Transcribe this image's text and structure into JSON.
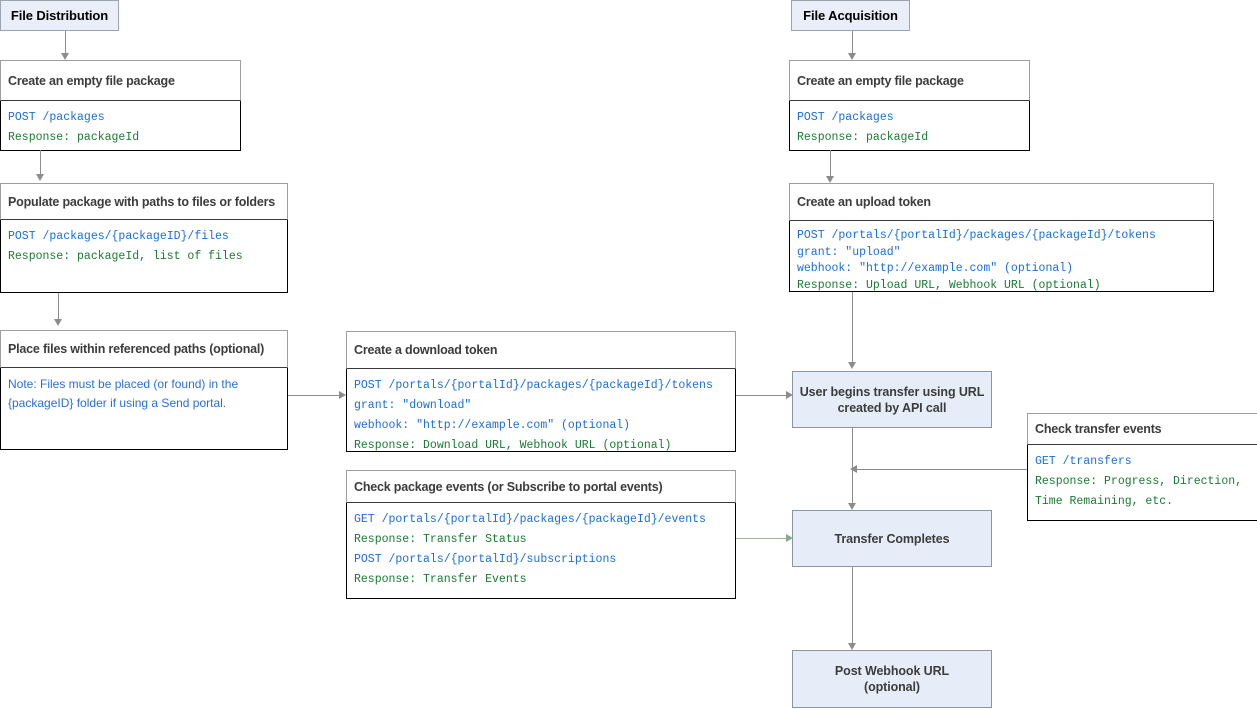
{
  "diagram": {
    "title": "File Distribution / File Acquisition API flow",
    "colors": {
      "lane_fill": "#e9eef8",
      "process_fill": "#e6edf8",
      "method_blue": "#1a6fd4",
      "response_green": "#1a7a33",
      "note_blue": "#2b6fd6",
      "connector_gray": "#8c8c8c",
      "connector_green": "#9fb49f"
    }
  },
  "lanes": [
    {
      "id": "file-distribution",
      "label": "File Distribution"
    },
    {
      "id": "file-acquisition",
      "label": "File Acquisition"
    }
  ],
  "left_column": {
    "create_package": {
      "header": "Create an empty file package",
      "lines": [
        {
          "text": "POST /packages",
          "color": "blue"
        },
        {
          "text": "Response: packageId",
          "color": "green"
        }
      ]
    },
    "populate_package": {
      "header": "Populate package with paths to files or folders",
      "lines": [
        {
          "text": "POST /packages/{packageID}/files",
          "color": "blue"
        },
        {
          "text": "Response: packageId, list of files",
          "color": "green"
        }
      ]
    },
    "place_files": {
      "header": "Place files within referenced paths (optional)",
      "note": "Note: Files must be placed (or found) in the {packageID} folder if using a Send portal."
    }
  },
  "middle_column": {
    "download_token": {
      "header": "Create a download token",
      "lines": [
        {
          "text": "POST /portals/{portalId}/packages/{packageId}/tokens",
          "color": "blue"
        },
        {
          "text": "grant: \"download\"",
          "color": "blue"
        },
        {
          "text": "webhook: \"http://example.com\" (optional)",
          "color": "blue"
        },
        {
          "text": "Response: Download URL, Webhook URL (optional)",
          "color": "green"
        }
      ]
    },
    "package_events": {
      "header": "Check package events (or Subscribe to portal events)",
      "lines": [
        {
          "text": "GET /portals/{portalId}/packages/{packageId}/events",
          "color": "blue"
        },
        {
          "text": "Response: Transfer Status",
          "color": "green"
        },
        {
          "text": "POST /portals/{portalId}/subscriptions",
          "color": "blue"
        },
        {
          "text": "Response: Transfer Events",
          "color": "green"
        }
      ]
    }
  },
  "right_column": {
    "create_package": {
      "header": "Create an empty file package",
      "lines": [
        {
          "text": "POST /packages",
          "color": "blue"
        },
        {
          "text": "Response: packageId",
          "color": "green"
        }
      ]
    },
    "upload_token": {
      "header": "Create an upload token",
      "lines": [
        {
          "text": "POST /portals/{portalId}/packages/{packageId}/tokens",
          "color": "blue"
        },
        {
          "text": "grant: \"upload\"",
          "color": "blue"
        },
        {
          "text": "webhook: \"http://example.com\" (optional)",
          "color": "blue"
        },
        {
          "text": "Response: Upload URL, Webhook URL (optional)",
          "color": "green"
        }
      ]
    },
    "transfer_events": {
      "header": "Check transfer events",
      "lines": [
        {
          "text": "GET /transfers",
          "color": "blue"
        },
        {
          "text": "Response: Progress, Direction,",
          "color": "green"
        },
        {
          "text": "Time Remaining, etc.",
          "color": "green"
        }
      ]
    },
    "processes": [
      {
        "id": "user-begins-transfer",
        "line1": "User begins transfer using URL",
        "line2": "created by API call"
      },
      {
        "id": "transfer-completes",
        "line1": "Transfer Completes",
        "line2": ""
      },
      {
        "id": "post-webhook-url",
        "line1": "Post Webhook URL",
        "line2": "(optional)"
      }
    ]
  }
}
